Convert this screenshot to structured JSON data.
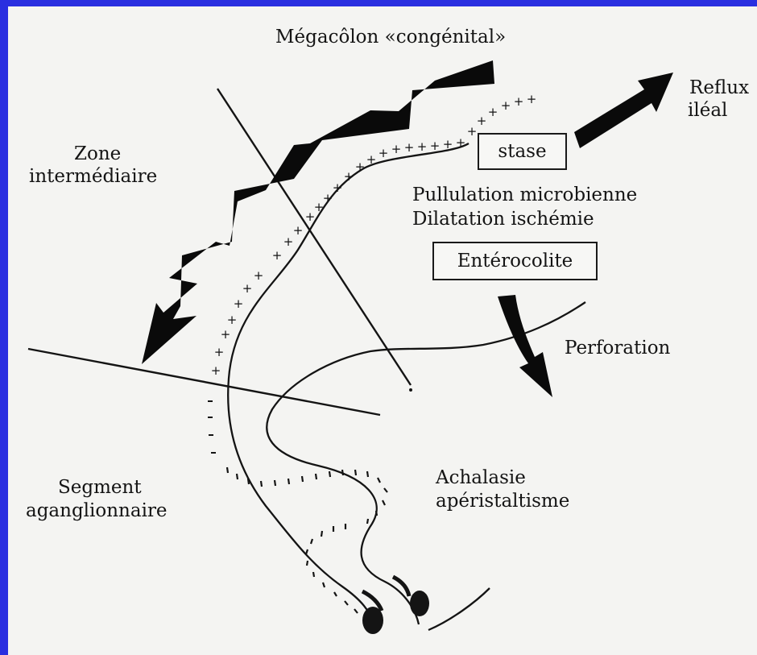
{
  "labels": {
    "title": "Mégacôlon «congénital»",
    "reflux_line1": "Reflux",
    "reflux_line2": "iléal",
    "zone_line1": "Zone",
    "zone_line2": "intermédiaire",
    "stase": "stase",
    "pullulation": "Pullulation microbienne",
    "dilatation": "Dilatation ischémie",
    "enterocolite": "Entérocolite",
    "perforation": "Perforation",
    "achalasie_line1": "Achalasie",
    "achalasie_line2": "apéristaltisme",
    "segment_line1": "Segment",
    "segment_line2": "aganglionnaire"
  },
  "colors": {
    "frame": "#2a2fe0",
    "paper": "#f4f4f2",
    "ink": "#141414"
  }
}
